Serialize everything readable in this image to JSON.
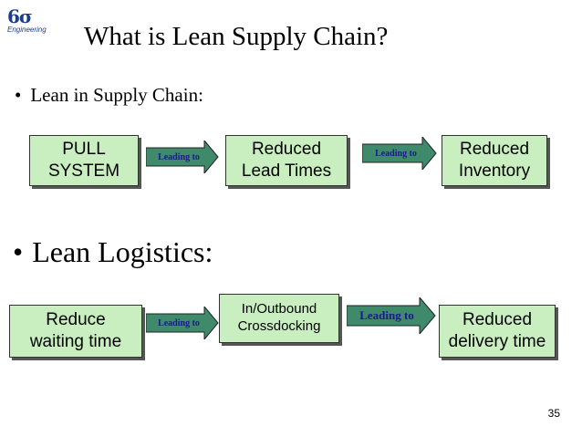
{
  "logo": {
    "mark": "6σ",
    "word": "Engineering"
  },
  "slide": {
    "title": "What is Lean Supply Chain?",
    "bullet_symbol": "•",
    "bullet1": "Lean in Supply Chain:",
    "bullet2": "Lean Logistics:",
    "page_number": "35"
  },
  "flow1": {
    "box1": "PULL\nSYSTEM",
    "arrow1": "Leading to",
    "box2": "Reduced\nLead Times",
    "arrow2": "Leading to",
    "box3": "Reduced\nInventory"
  },
  "flow2": {
    "box1": "Reduce\nwaiting time",
    "arrow1": "Leading to",
    "box2": "In/Outbound\nCrossdocking",
    "arrow2": "Leading to",
    "box3": "Reduced\ndelivery time"
  },
  "colors": {
    "box_fill": "#c9efc0",
    "arrow_fill": "#3e8a6a",
    "arrow_text": "#1a1a8a",
    "logo": "#1a3d8f"
  }
}
